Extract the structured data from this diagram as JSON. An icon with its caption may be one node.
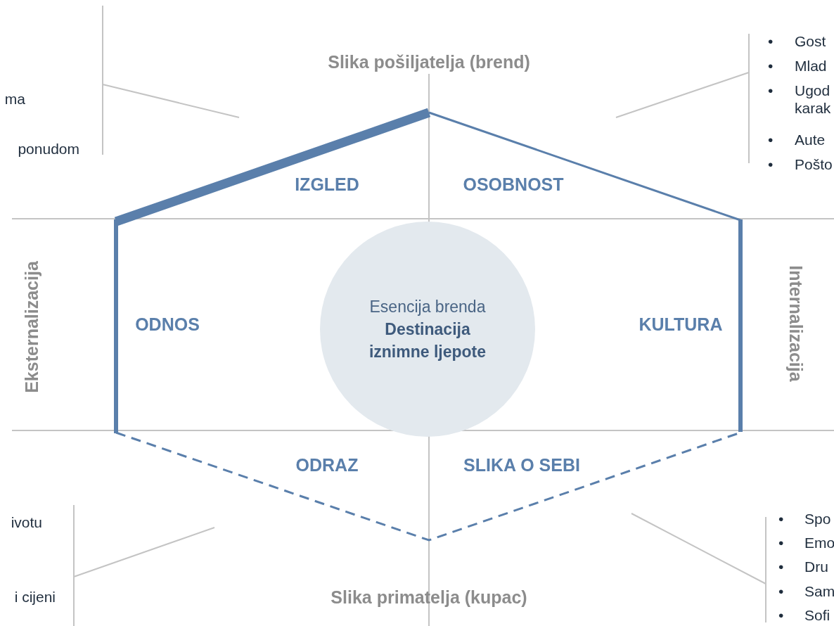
{
  "diagram": {
    "nodes": [
      {
        "text": [
          "Esencija brenda",
          "Destinacija iznimne ljepote"
        ]
      }
    ],
    "labels": [
      "Slika pošiljatelja (brend)",
      "•",
      "Gost",
      "•",
      "Mlad",
      "ma",
      "•",
      "Ugod karak",
      "ponudom",
      "•",
      "Aute",
      "•",
      "Pošto",
      "IZGLED",
      "OSOBNOST",
      "Eksternalizacija",
      "ODNOS",
      "KULTURA",
      "Internalizacija",
      "ODRAZ",
      "SLIKA O SEBI",
      "ivotu",
      "•",
      "Spo",
      "•",
      "Emo",
      "•",
      "Dru",
      "•",
      "Sam",
      "i cijeni",
      "Slika primatelja (kupac)",
      "•",
      "Sofi"
    ]
  }
}
